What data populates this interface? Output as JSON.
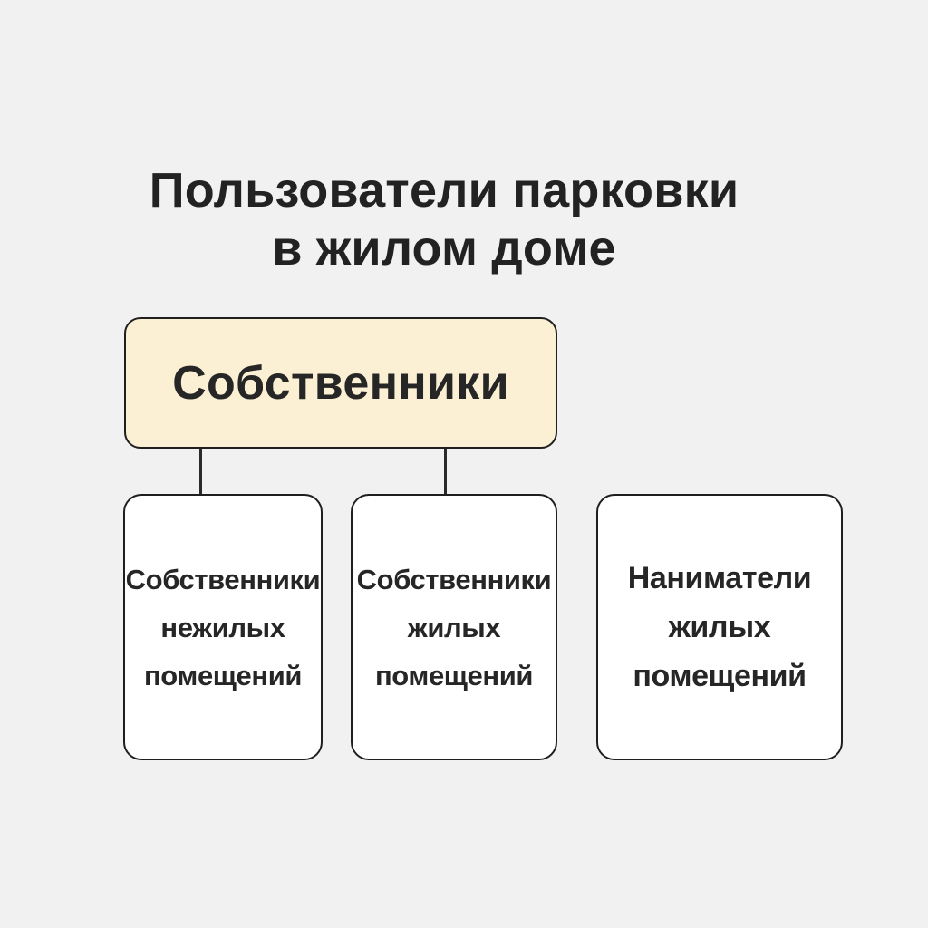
{
  "title": {
    "line1": "Пользователи парковки",
    "line2": "в жилом доме"
  },
  "root": {
    "label": "Собственники"
  },
  "children": [
    {
      "line1": "Собственники",
      "line2": "нежилых",
      "line3": "помещений"
    },
    {
      "line1": "Собственники",
      "line2": "жилых",
      "line3": "помещений"
    },
    {
      "line1": "Наниматели",
      "line2": "жилых",
      "line3": "помещений"
    }
  ],
  "colors": {
    "background": "#f1f1f1",
    "root_fill": "#fbf0d3",
    "child_fill": "#ffffff",
    "stroke": "#1f1f1f"
  }
}
